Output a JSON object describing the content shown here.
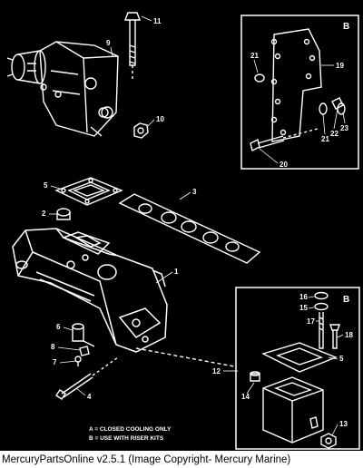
{
  "callouts": {
    "c1": "1",
    "c2": "2",
    "c3": "3",
    "c4": "4",
    "c5": "5",
    "c6": "6",
    "c7": "7",
    "c8": "8",
    "c9": "9",
    "c10": "10",
    "c11": "11",
    "c12": "12",
    "c13": "13",
    "c14": "14",
    "c15": "15",
    "c16": "16",
    "c17": "17",
    "c18": "18",
    "c19": "19",
    "c20": "20",
    "c21a": "21",
    "c21b": "21",
    "c22": "22",
    "c23": "23",
    "c5b": "5"
  },
  "inset_b_top": {
    "label": "B"
  },
  "inset_b_bottom": {
    "label": "B"
  },
  "legend": {
    "line_a": "A = CLOSED COOLING ONLY",
    "line_b": "B = USE WITH RISER KITS"
  },
  "caption": "MercuryPartsOnline v2.5.1 (Image Copyright- Mercury Marine)"
}
